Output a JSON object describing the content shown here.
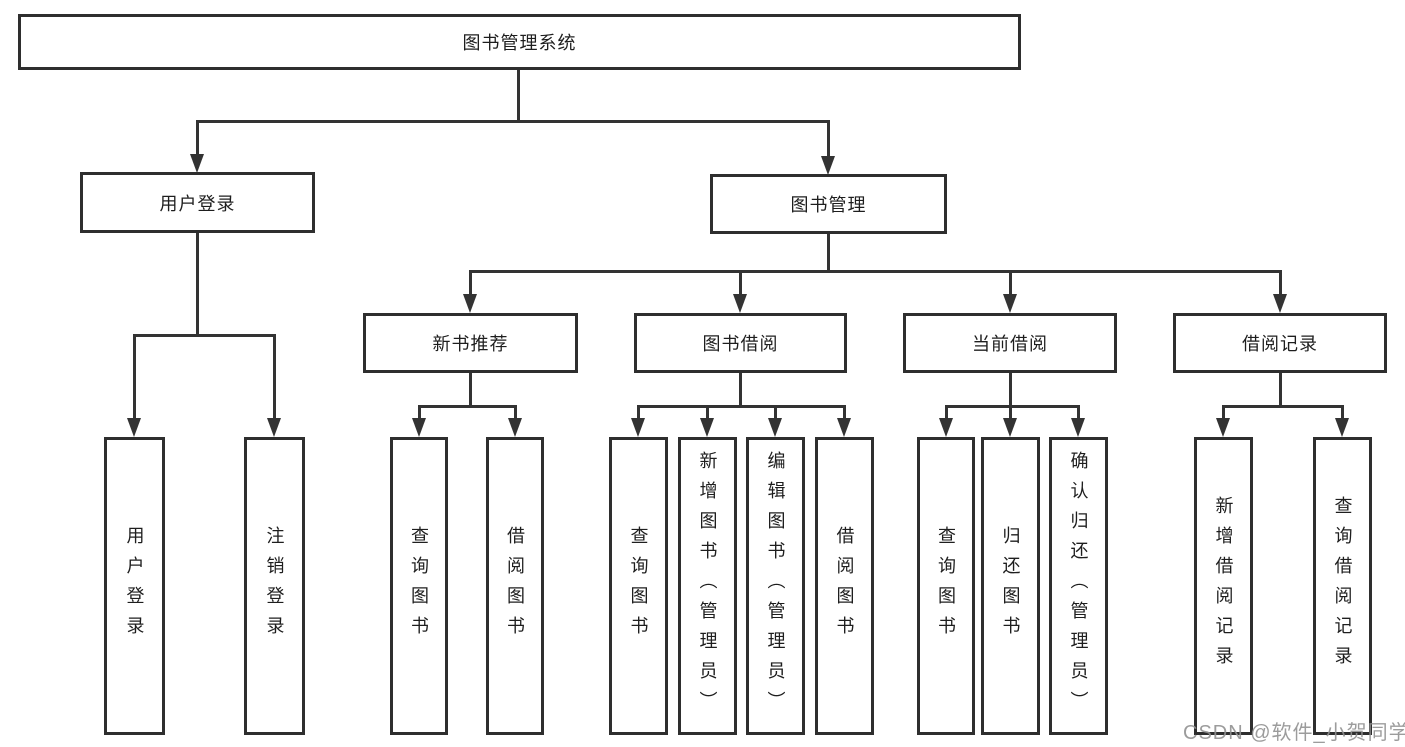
{
  "diagram": {
    "type": "hierarchy-tree",
    "orientation": "top-down",
    "tree": {
      "label": "图书管理系统",
      "children": [
        {
          "label": "用户登录",
          "children": [
            {
              "label": "用户登录"
            },
            {
              "label": "注销登录"
            }
          ]
        },
        {
          "label": "图书管理",
          "children": [
            {
              "label": "新书推荐",
              "children": [
                {
                  "label": "查询图书"
                },
                {
                  "label": "借阅图书"
                }
              ]
            },
            {
              "label": "图书借阅",
              "children": [
                {
                  "label": "查询图书"
                },
                {
                  "label": "新增图书（管理员）"
                },
                {
                  "label": "编辑图书（管理员）"
                },
                {
                  "label": "借阅图书"
                }
              ]
            },
            {
              "label": "当前借阅",
              "children": [
                {
                  "label": "查询图书"
                },
                {
                  "label": "归还图书"
                },
                {
                  "label": "确认归还（管理员）"
                }
              ]
            },
            {
              "label": "借阅记录",
              "children": [
                {
                  "label": "新增借阅记录"
                },
                {
                  "label": "查询借阅记录"
                }
              ]
            }
          ]
        }
      ]
    }
  },
  "watermark": {
    "text": "CSDN @软件_小贺同学"
  },
  "colors": {
    "background": "#ffffff",
    "line": "#333333",
    "box_border": "#2e2e2e",
    "text": "#1e1e1e",
    "watermark": "#919191"
  }
}
